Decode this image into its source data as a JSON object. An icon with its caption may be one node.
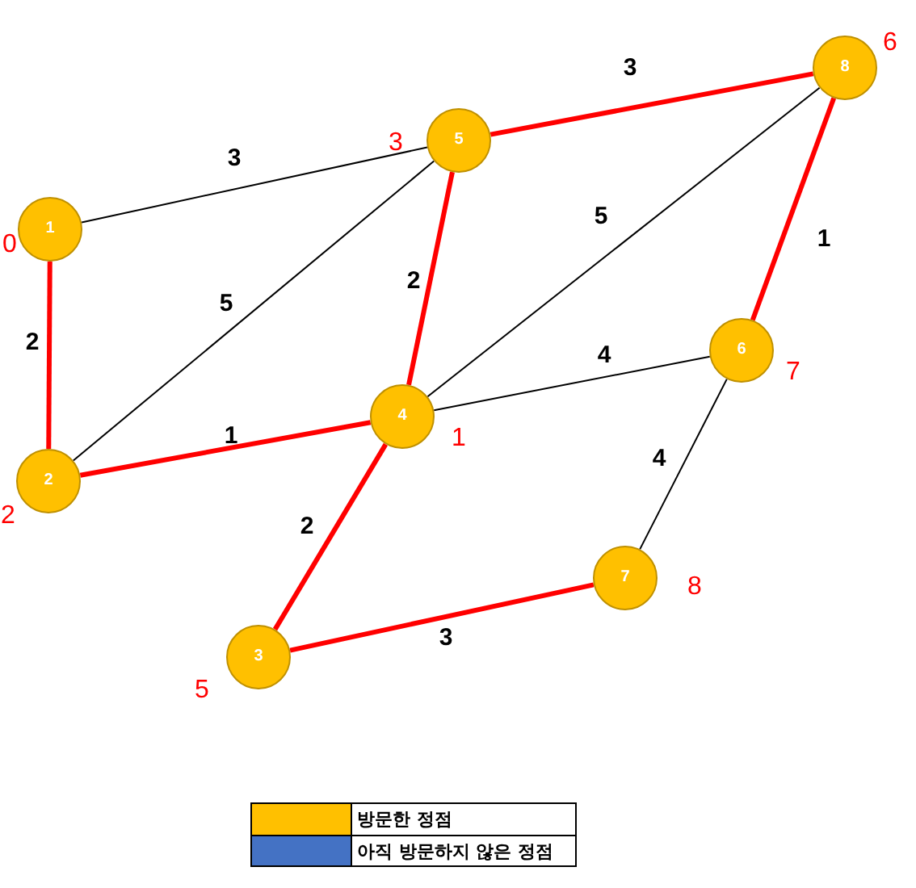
{
  "diagram": {
    "nodes": [
      {
        "text": [
          "1"
        ],
        "beside": [
          "0"
        ]
      },
      {
        "text": [
          "2"
        ],
        "beside": [
          "2"
        ]
      },
      {
        "text": [
          "3"
        ],
        "beside": [
          "5"
        ]
      },
      {
        "text": [
          "4"
        ],
        "beside": [
          "1"
        ]
      },
      {
        "text": [
          "5"
        ],
        "beside": [
          "3"
        ]
      },
      {
        "text": [
          "6"
        ],
        "beside": [
          "7"
        ]
      },
      {
        "text": [
          "7"
        ],
        "beside": [
          "8"
        ]
      },
      {
        "text": [
          "8"
        ],
        "beside": [
          "6"
        ]
      }
    ],
    "edges": [
      {
        "from": 0,
        "to": 4,
        "arrow": "none",
        "label": "3",
        "color": "#000000"
      },
      {
        "from": 0,
        "to": 1,
        "arrow": "none",
        "label": "2"
      },
      {
        "from": 1,
        "to": 4,
        "arrow": "none",
        "label": "5",
        "color": "#000000"
      },
      {
        "from": 1,
        "to": 3,
        "arrow": "none",
        "label": "1"
      },
      {
        "from": 4,
        "to": 3,
        "arrow": "none",
        "label": "2"
      },
      {
        "from": 4,
        "to": 7,
        "arrow": "none",
        "label": "3"
      },
      {
        "from": 3,
        "to": 7,
        "arrow": "none",
        "label": "5",
        "color": "#000000"
      },
      {
        "from": 3,
        "to": 5,
        "arrow": "none",
        "label": "4",
        "color": "#000000"
      },
      {
        "from": 7,
        "to": 5,
        "arrow": "none",
        "label": "1"
      },
      {
        "from": 5,
        "to": 6,
        "arrow": "none",
        "label": "4",
        "color": "#000000"
      },
      {
        "from": 3,
        "to": 2,
        "arrow": "none",
        "label": "2"
      },
      {
        "from": 2,
        "to": 6,
        "arrow": "none",
        "label": "3"
      }
    ],
    "legend": [
      {
        "text": "방문한 정점",
        "color": "#ffc000"
      },
      {
        "text": "아직 방문하지 않은 정점",
        "color": "#4472c4"
      }
    ]
  }
}
